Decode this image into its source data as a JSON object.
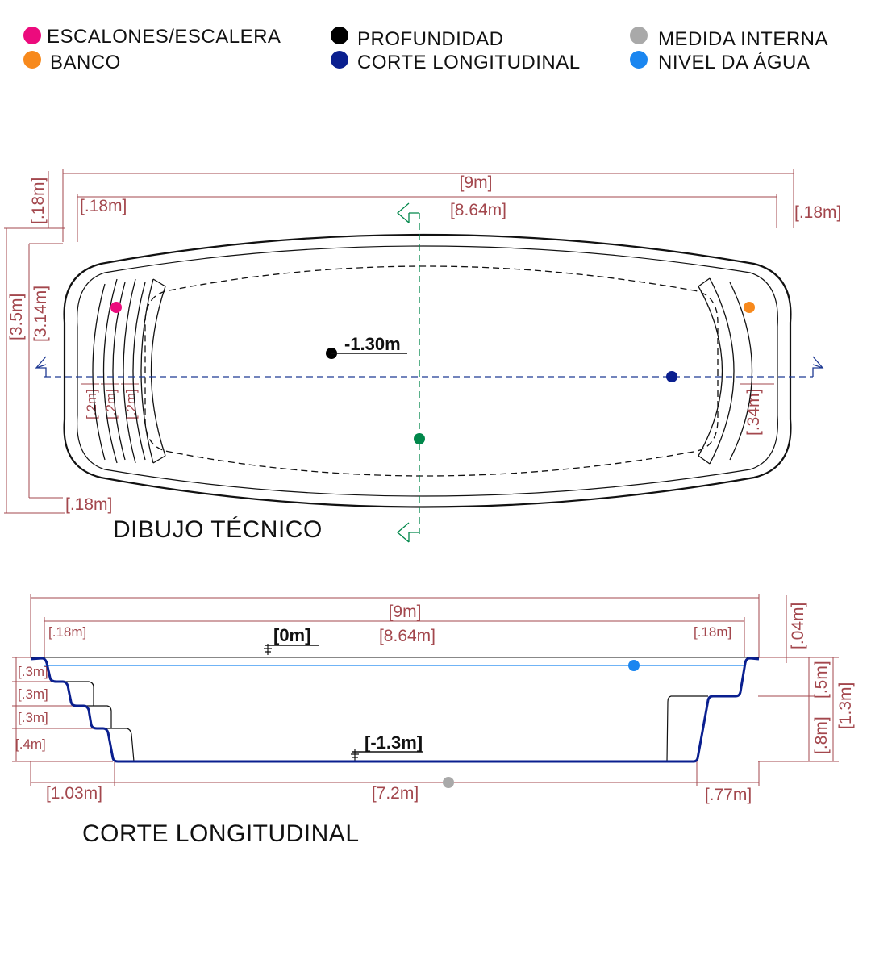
{
  "legend": {
    "items": [
      {
        "label": "ESCALONES/ESCALERA",
        "color": "#ec0b7d"
      },
      {
        "label": "BANCO",
        "color": "#f7891c"
      },
      {
        "label": "PROFUNDIDAD",
        "color": "#000000"
      },
      {
        "label": "CORTE LONGITUDINAL",
        "color": "#0a1f8f"
      },
      {
        "label": "MEDIDA INTERNA",
        "color": "#a9a9a9"
      },
      {
        "label": "NIVEL DA ÁGUA",
        "color": "#1a86f0"
      }
    ]
  },
  "plan": {
    "title": "DIBUJO TÉCNICO",
    "depth_label": "-1.30m",
    "dims": {
      "total_length": "[9m]",
      "inner_length": "[8.64m]",
      "left_border": "[.18m]",
      "right_border": "[.18m]",
      "top_border": "[.18m]",
      "bottom_border": "[.18m]",
      "total_width": "[3.5m]",
      "inner_width": "[3.14m]",
      "step1": "[.2m]",
      "step2": "[.2m]",
      "step3": "[.2m]",
      "bench": "[.34m]"
    },
    "section_marker_color": "#00874a"
  },
  "section": {
    "title": "CORTE LONGITUDINAL",
    "water_level": "[0m]",
    "floor_level": "[-1.3m]",
    "dims": {
      "total_length": "[9m]",
      "inner_length": "[8.64m]",
      "left_border": "[.18m]",
      "right_border": "[.18m]",
      "step_h1": "[.3m]",
      "step_h2": "[.3m]",
      "step_h3": "[.3m]",
      "step_h4": "[.4m]",
      "rim": "[.04m]",
      "bench_h": "[.5m]",
      "lower_h": "[.8m]",
      "total_depth": "[1.3m]",
      "steps_len": "[1.03m]",
      "floor_len": "[7.2m]",
      "bench_len": "[.77m]"
    },
    "colors": {
      "profile": "#0a1f8f",
      "water": "#1a86f0"
    }
  }
}
